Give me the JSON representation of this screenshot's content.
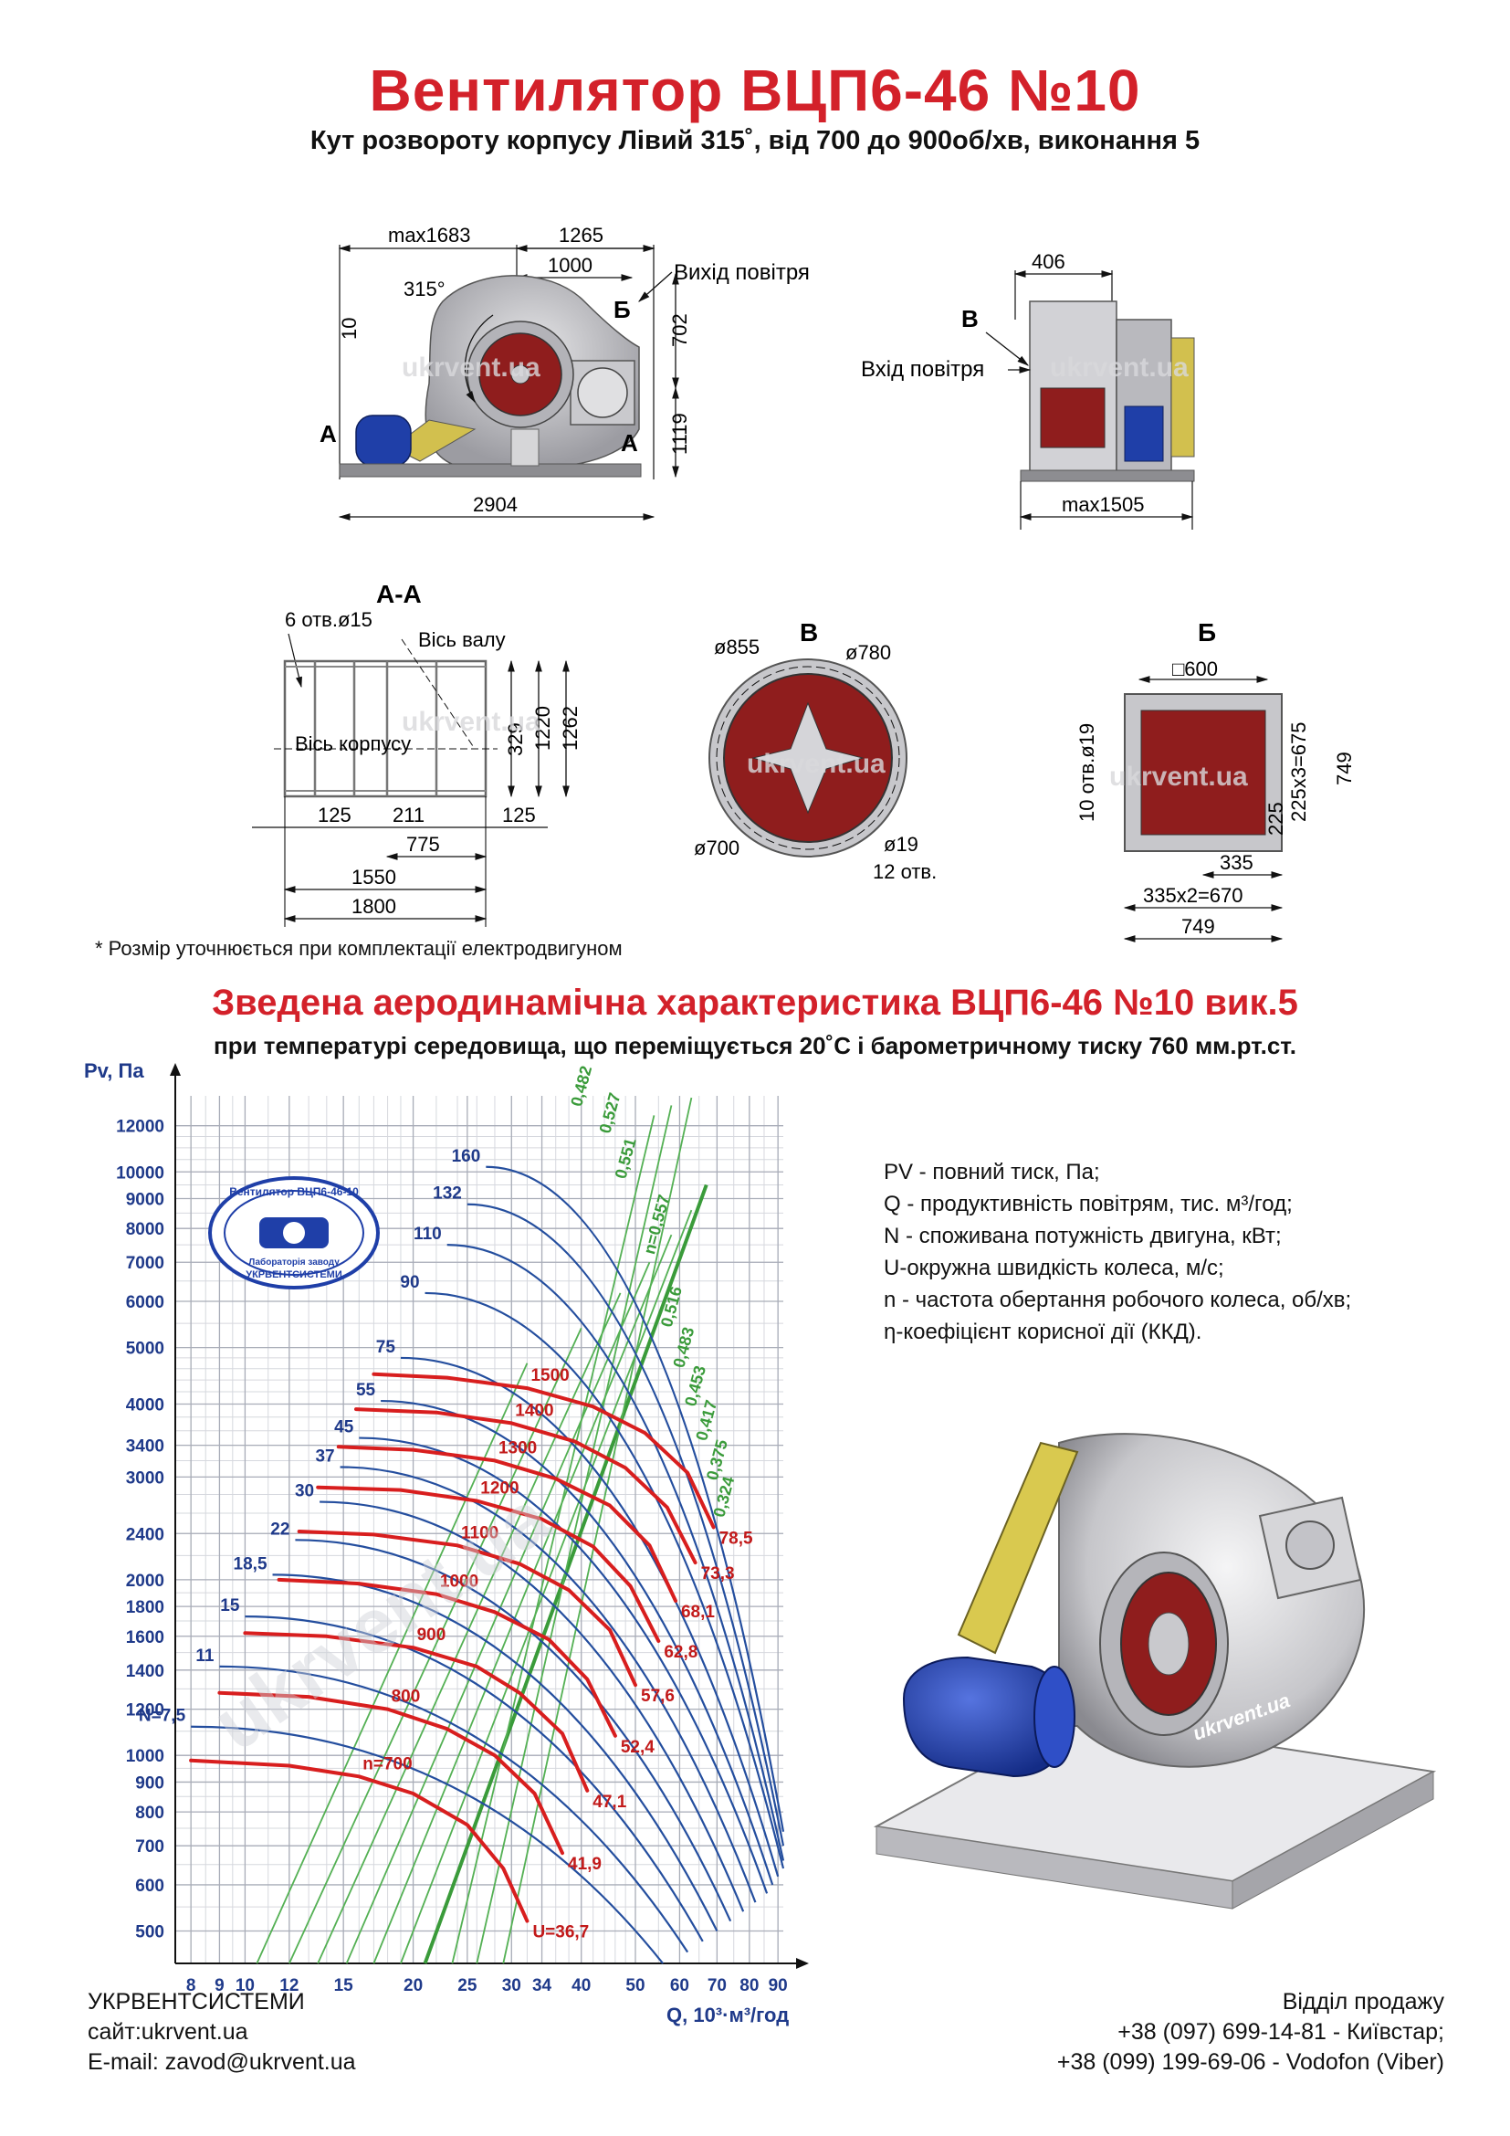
{
  "header": {
    "title": "Вентилятор  ВЦП6-46 №10",
    "subtitle": "Кут розвороту корпусу Лівий 315˚, від 700 до 900об/хв, виконання 5"
  },
  "drawings": {
    "front": {
      "max_width": "max1683",
      "dim_1265": "1265",
      "dim_1000": "1000",
      "angle": "315°",
      "dim_10": "10",
      "dim_702": "702",
      "dim_1119": "1119",
      "dim_2904": "2904",
      "section_b": "Б",
      "section_a_left": "А",
      "section_a_right": "А",
      "outlet": "Вихід повітря",
      "watermark": "ukrvent.ua"
    },
    "side": {
      "dim_406": "406",
      "section_v": "В",
      "inlet": "Вхід повітря",
      "max_width": "max1505",
      "watermark": "ukrvent.ua"
    },
    "frame": {
      "title": "А-А",
      "holes": "6 отв.ø15",
      "shaft_axis": "Вісь валу",
      "body_axis": "Вісь корпусу",
      "dim_329": "329",
      "dim_1220": "1220",
      "dim_1262": "1262",
      "dim_125_left": "125",
      "dim_211": "211",
      "dim_125_right": "125",
      "dim_775": "775",
      "dim_1550": "1550",
      "dim_1800": "1800",
      "watermark": "ukrvent.ua"
    },
    "inlet_flange": {
      "title": "В",
      "d855": "ø855",
      "d780": "ø780",
      "d700": "ø700",
      "d19": "ø19",
      "holes": "12 отв.",
      "watermark": "ukrvent.ua"
    },
    "outlet_flange": {
      "title": "Б",
      "square": "□600",
      "holes": "10 отв.ø19",
      "dim_225_675": "225х3=675",
      "dim_749_right": "749",
      "dim_225": "225",
      "dim_335": "335",
      "dim_335_670": "335х2=670",
      "dim_749_bottom": "749",
      "watermark": "ukrvent.ua"
    }
  },
  "note": "* Розмір уточнюється при комплектації електродвигуном",
  "chart_section": {
    "title": "Зведена аеродинамічна характеристика ВЦП6-46 №10 вик.5",
    "subtitle": "при температурі середовища, що переміщується 20˚С і барометричному тиску 760 мм.рт.ст."
  },
  "chart_data": {
    "type": "line",
    "ylabel": "Pv, Па",
    "xlabel": "Q, 10³·м³/год",
    "x_scale": "log",
    "y_scale": "log",
    "xlim": [
      7.5,
      92
    ],
    "ylim": [
      440,
      13500
    ],
    "x_ticks": [
      8,
      9,
      10,
      12,
      15,
      20,
      25,
      30,
      34,
      40,
      50,
      60,
      70,
      80,
      90
    ],
    "y_ticks": [
      500,
      600,
      700,
      800,
      900,
      1000,
      1200,
      1400,
      1600,
      1800,
      2000,
      2400,
      3000,
      3400,
      4000,
      5000,
      6000,
      7000,
      8000,
      9000,
      10000,
      12000
    ],
    "grid": true,
    "series": [
      {
        "name": "n=700",
        "label_u": "U=36,7",
        "points": [
          [
            8,
            980
          ],
          [
            12,
            960
          ],
          [
            16,
            920
          ],
          [
            20,
            860
          ],
          [
            25,
            760
          ],
          [
            29,
            640
          ],
          [
            32,
            520
          ]
        ]
      },
      {
        "name": "800",
        "label_u": "41,9",
        "points": [
          [
            9,
            1280
          ],
          [
            13,
            1260
          ],
          [
            18,
            1200
          ],
          [
            23,
            1110
          ],
          [
            28,
            1000
          ],
          [
            33,
            860
          ],
          [
            37,
            680
          ]
        ]
      },
      {
        "name": "900",
        "label_u": "47,1",
        "points": [
          [
            10,
            1620
          ],
          [
            14,
            1600
          ],
          [
            20,
            1530
          ],
          [
            26,
            1420
          ],
          [
            31,
            1280
          ],
          [
            37,
            1090
          ],
          [
            41,
            870
          ]
        ]
      },
      {
        "name": "1000",
        "label_u": "52,4",
        "points": [
          [
            11.5,
            2000
          ],
          [
            16,
            1970
          ],
          [
            22,
            1890
          ],
          [
            28,
            1760
          ],
          [
            35,
            1580
          ],
          [
            41,
            1350
          ],
          [
            46,
            1080
          ]
        ]
      },
      {
        "name": "1100",
        "label_u": "57,6",
        "points": [
          [
            12.5,
            2420
          ],
          [
            17,
            2390
          ],
          [
            24,
            2290
          ],
          [
            31,
            2130
          ],
          [
            38,
            1920
          ],
          [
            45,
            1640
          ],
          [
            50,
            1320
          ]
        ]
      },
      {
        "name": "1200",
        "label_u": "62,8",
        "points": [
          [
            13.5,
            2880
          ],
          [
            19,
            2850
          ],
          [
            26,
            2730
          ],
          [
            34,
            2540
          ],
          [
            42,
            2280
          ],
          [
            49,
            1950
          ],
          [
            55,
            1570
          ]
        ]
      },
      {
        "name": "1300",
        "label_u": "68,1",
        "points": [
          [
            14.7,
            3380
          ],
          [
            20,
            3340
          ],
          [
            28,
            3200
          ],
          [
            36,
            2980
          ],
          [
            45,
            2680
          ],
          [
            53,
            2290
          ],
          [
            59,
            1840
          ]
        ]
      },
      {
        "name": "1400",
        "label_u": "73,3",
        "points": [
          [
            15.8,
            3920
          ],
          [
            22,
            3870
          ],
          [
            30,
            3710
          ],
          [
            39,
            3450
          ],
          [
            48,
            3110
          ],
          [
            57,
            2660
          ],
          [
            64,
            2140
          ]
        ]
      },
      {
        "name": "1500",
        "label_u": "78,5",
        "points": [
          [
            17,
            4500
          ],
          [
            23,
            4440
          ],
          [
            32,
            4260
          ],
          [
            42,
            3960
          ],
          [
            52,
            3570
          ],
          [
            62,
            3050
          ],
          [
            69,
            2460
          ]
        ]
      }
    ],
    "power_labels": [
      "N=7,5",
      "11",
      "15",
      "18,5",
      "22",
      "30",
      "37",
      "45",
      "55",
      "75",
      "90",
      "110",
      "132",
      "160"
    ],
    "efficiency_labels": [
      "0,324",
      "0,375",
      "0,417",
      "0,453",
      "0,483",
      "0,516",
      "n=0,557",
      "0,551",
      "0,527",
      "0,482"
    ]
  },
  "legend": {
    "pv": "PV - повний тиск, Па;",
    "q": "Q - продуктивність повітрям, тис. м³/год;",
    "n_power": "N - споживана потужність двигуна, кВт;",
    "u": "U-окружна швидкість колеса, м/с;",
    "n_speed": "n - частота обертання робочого колеса, об/хв;",
    "eta": "η-коефіцієнт корисної дії (ККД)."
  },
  "stamp": {
    "top": "Вентилятор ВЦП6-46-10",
    "middle": "Лабораторія заводу",
    "bottom": "УКРВЕНТСИСТЕМИ"
  },
  "render_watermark": "ukrvent.ua",
  "footer": {
    "company": "УКРВЕНТСИСТЕМИ",
    "site": "сайт:ukrvent.ua",
    "email": "E-mail: zavod@ukrvent.ua",
    "sales_title": "Відділ продажу",
    "phone1": "+38 (097) 699-14-81 - Київстар;",
    "phone2": "+38 (099) 199-69-06 - Vodofon (Viber)"
  }
}
